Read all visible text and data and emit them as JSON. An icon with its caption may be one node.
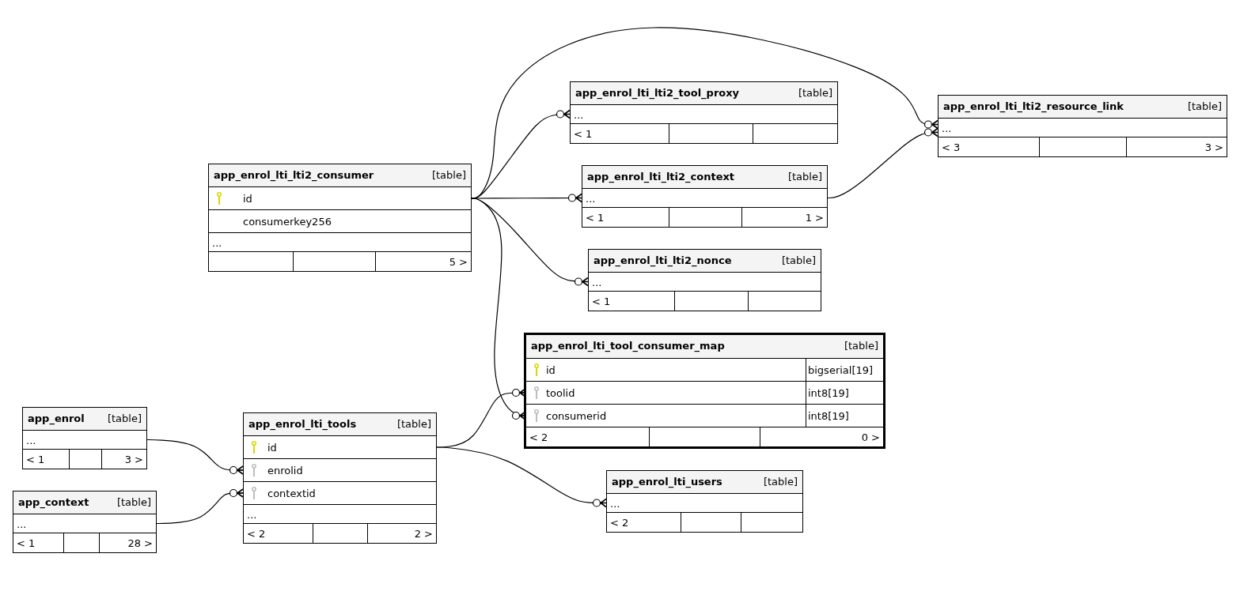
{
  "diagram": {
    "nodes": [
      {
        "text": [
          "app_enrol_lti_lti2_consumer",
          "[table]"
        ]
      },
      {
        "text": [
          "id"
        ],
        "in": 0
      },
      {
        "text": [
          "consumerkey256"
        ],
        "in": 0
      },
      {
        "text": [
          "..."
        ],
        "in": 0
      },
      {
        "text": [
          "app_enrol_lti_lti2_tool_proxy",
          "[table]"
        ]
      },
      {
        "text": [
          "..."
        ],
        "in": 4
      },
      {
        "text": [
          "app_enrol_lti_lti2_context",
          "[table]"
        ]
      },
      {
        "text": [
          "..."
        ],
        "in": 6
      },
      {
        "text": [
          "app_enrol_lti_lti2_nonce",
          "[table]"
        ]
      },
      {
        "text": [
          "..."
        ],
        "in": 8
      },
      {
        "text": [
          "app_enrol_lti_lti2_resource_link",
          "[table]"
        ]
      },
      {
        "text": [
          "..."
        ],
        "in": 10
      },
      {
        "text": [
          "app_enrol_lti_tool_consumer_map",
          "[table]"
        ]
      },
      {
        "text": [
          "id",
          "bigserial[19]"
        ],
        "in": 12
      },
      {
        "text": [
          "toolid",
          "int8[19]"
        ],
        "in": 12
      },
      {
        "text": [
          "consumerid",
          "int8[19]"
        ],
        "in": 12
      },
      {
        "text": [
          "app_enrol",
          "[table]"
        ]
      },
      {
        "text": [
          "..."
        ],
        "in": 16
      },
      {
        "text": [
          "app_context",
          "[table]"
        ]
      },
      {
        "text": [
          "..."
        ],
        "in": 18
      },
      {
        "text": [
          "app_enrol_lti_tools",
          "[table]"
        ]
      },
      {
        "text": [
          "id"
        ],
        "in": 20
      },
      {
        "text": [
          "enrolid"
        ],
        "in": 20
      },
      {
        "text": [
          "contextid"
        ],
        "in": 20
      },
      {
        "text": [
          "..."
        ],
        "in": 20
      },
      {
        "text": [
          "app_enrol_lti_users",
          "[table]"
        ]
      },
      {
        "text": [
          "..."
        ],
        "in": 25
      }
    ],
    "edges": [
      {
        "from": 1,
        "to": 5,
        "arrow": "other"
      },
      {
        "from": 1,
        "to": 7,
        "arrow": "other"
      },
      {
        "from": 1,
        "to": 9,
        "arrow": "other"
      },
      {
        "from": 1,
        "to": 11,
        "arrow": "other"
      },
      {
        "from": 1,
        "to": 15,
        "arrow": "other"
      },
      {
        "from": 7,
        "to": 11,
        "arrow": "other"
      },
      {
        "from": 17,
        "to": 22,
        "arrow": "other"
      },
      {
        "from": 19,
        "to": 23,
        "arrow": "other"
      },
      {
        "from": 21,
        "to": 14,
        "arrow": "other"
      },
      {
        "from": 21,
        "to": 26,
        "arrow": "other"
      }
    ],
    "labels": [
      "5 >",
      "< 1",
      "< 1",
      "1 >",
      "< 1",
      "< 3",
      "3 >",
      "< 2",
      "0 >",
      "< 1",
      "3 >",
      "< 1",
      "28 >",
      "< 2",
      "2 >",
      "< 2"
    ]
  }
}
